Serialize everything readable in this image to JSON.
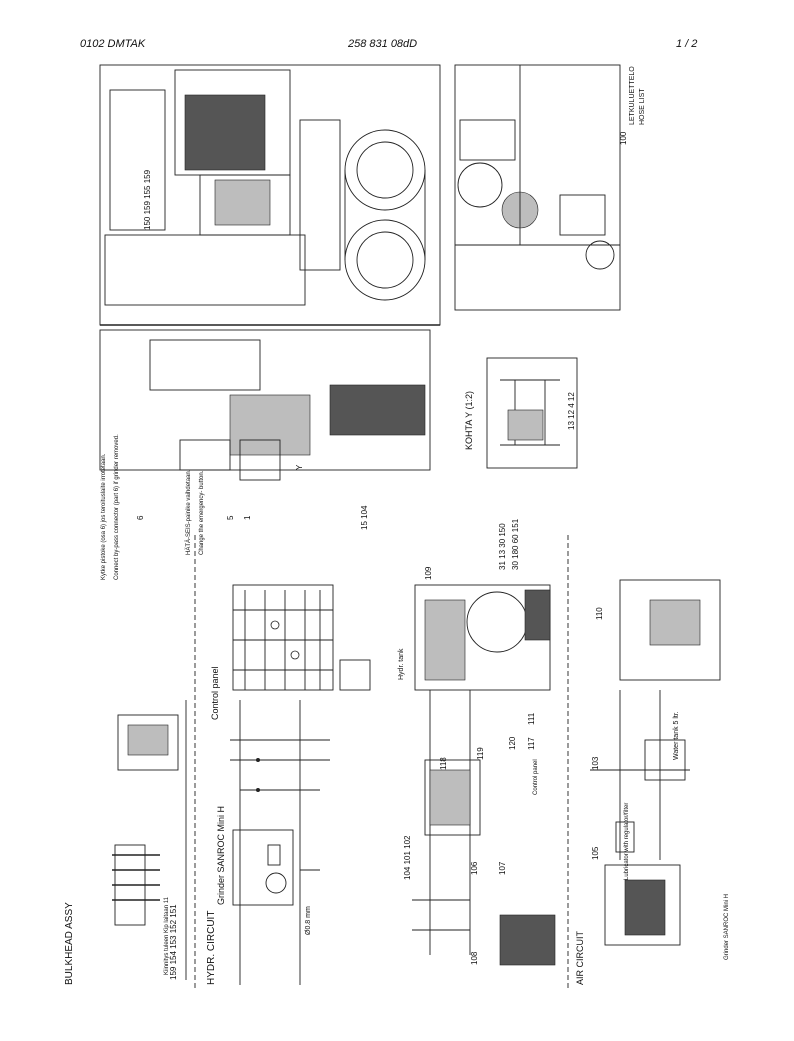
{
  "header": {
    "left": "0102   DMTAK",
    "center": "258 831 08dD",
    "right": "1 / 2"
  },
  "labels": {
    "bulkhead": "BULKHEAD ASSY",
    "hydr_circuit": "HYDR. CIRCUIT",
    "grinder_title": "Grinder  SANROC  Mini  H",
    "control_panel": "Control  panel",
    "air_circuit": "AIR  CIRCUIT",
    "kohta": "KOHTA  Y  (1:2)",
    "hose_list_fi": "LETKULUETTELO",
    "hose_list_en": "HOSE  LIST",
    "hydr_tank": "Hydr.  tank",
    "control_panel_small": "Control  panel",
    "water_tank": "Water  tank  5  ltr.",
    "lubricator": "Lubricator  with regulator/filter",
    "grinder_small": "Grinder  SANROC  Mini  H",
    "orifice": "Ø0.8  mm",
    "kiinnitys": "Kiinnitys  tuleen Kip  laitaan  11",
    "note1_fi": "Kytke  pistoke  (osa 6)  jos  teroituslaite  irrotetaan.",
    "note1_en": "Connect  by-pass  connector  (part 6)  if  grinder  removed.",
    "note2_fi": "HÄTÄ-SEIS-painike  vaihdetaan.",
    "note2_en": "Change  the  emergency-  button."
  },
  "callouts": {
    "top_group": "150 159 155 159",
    "hose_ref": "100",
    "kohta_refs": "13 12 4 12",
    "ref6": "6",
    "ref5": "5",
    "ref1": "1",
    "ref_y": "Y",
    "ref_15_104": "15 104",
    "ref109": "109",
    "ref_31_32": "31 13 30 150",
    "ref_30_40": "30 180 60 151",
    "ref110": "110",
    "ref111": "111",
    "ref117": "117",
    "ref118": "118",
    "ref119": "119",
    "ref120": "120",
    "ref102": "104 101 102",
    "ref106": "106",
    "ref107": "107",
    "ref108": "108",
    "ref103": "103",
    "ref105": "105",
    "bulkhead_refs": "159 154 153 152 151"
  }
}
